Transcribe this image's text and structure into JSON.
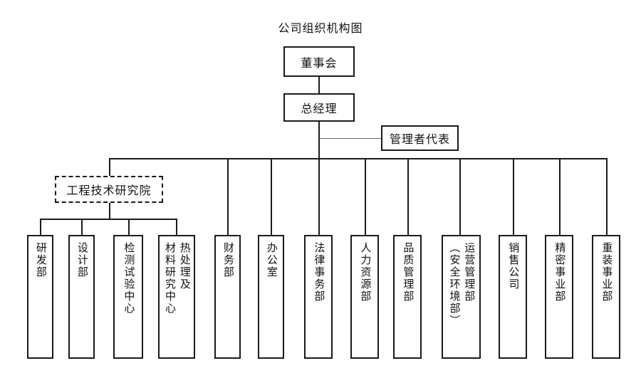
{
  "title": "公司组织机构图",
  "nodes": {
    "board": {
      "label": "董事会"
    },
    "gm": {
      "label": "总经理"
    },
    "mgmt_rep": {
      "label": "管理者代表"
    },
    "research_institute": {
      "label": "工程技术研究院",
      "style": "dashed"
    }
  },
  "institute_children": [
    {
      "label": "研发部",
      "columns": 1
    },
    {
      "label": "设计部",
      "columns": 1
    },
    {
      "label": "检测试验中心",
      "columns": 1
    },
    {
      "label": "热处理及材料研究中心",
      "columns": 2,
      "col1": "热处理及",
      "col2": "材料研究中心"
    }
  ],
  "departments": [
    {
      "label": "财务部",
      "columns": 1
    },
    {
      "label": "办公室",
      "columns": 1
    },
    {
      "label": "法律事务部",
      "columns": 1
    },
    {
      "label": "人力资源部",
      "columns": 1
    },
    {
      "label": "品质管理部",
      "columns": 1
    },
    {
      "label": "运营管理部（安全环境部）",
      "columns": 2,
      "col1": "运营管理部",
      "col2": "（安全环境部）"
    },
    {
      "label": "销售公司",
      "columns": 1
    },
    {
      "label": "精密事业部",
      "columns": 1
    },
    {
      "label": "重装事业部",
      "columns": 1
    }
  ],
  "colors": {
    "line": "#1a1a1a",
    "thin_line": "#6f6f6f",
    "box_fill": "#ffffff",
    "text": "#111111"
  }
}
